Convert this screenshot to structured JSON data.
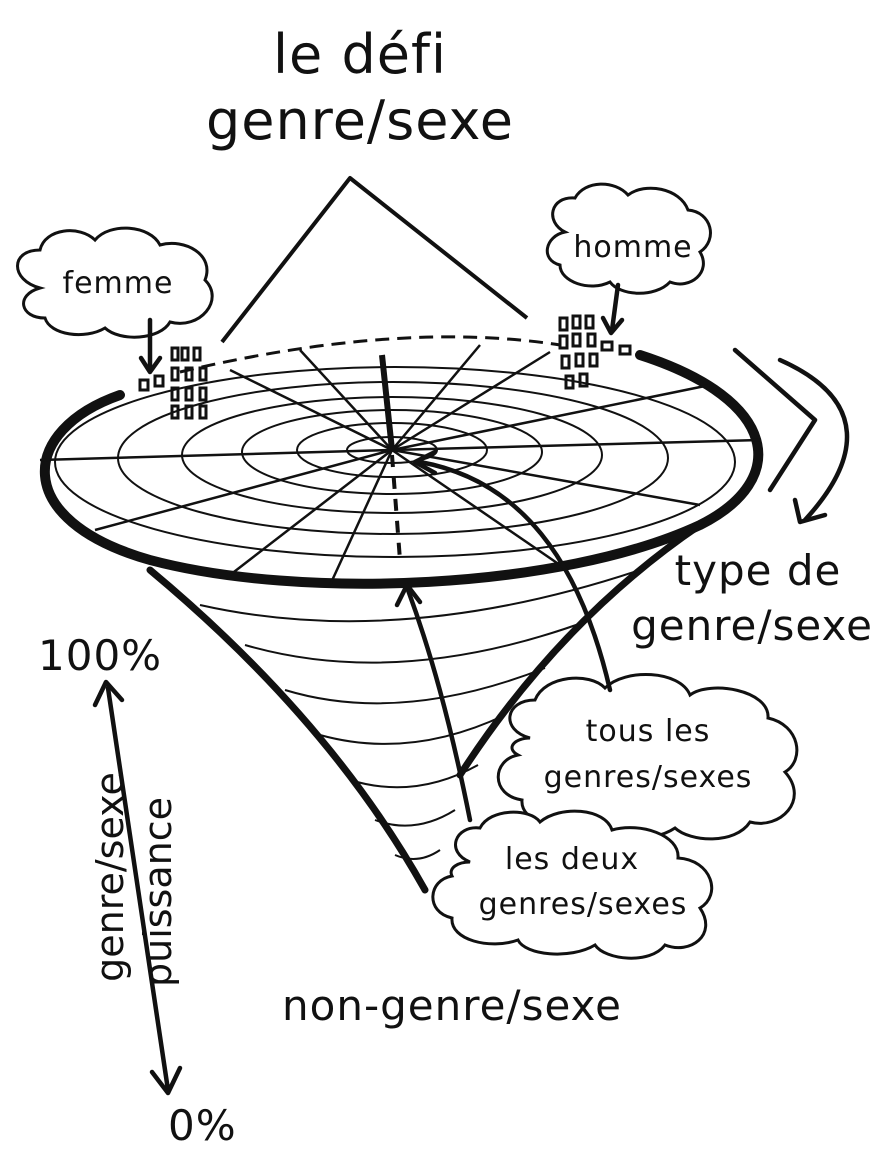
{
  "title": {
    "line1": "le défi",
    "line2": "genre/sexe"
  },
  "labels": {
    "femme": "femme",
    "homme": "homme",
    "type_line1": "type de",
    "type_line2": "genre/sexe",
    "tous_line1": "tous les",
    "tous_line2": "genres/sexes",
    "deux_line1": "les deux",
    "deux_line2": "genres/sexes",
    "non_genre": "non-genre/sexe"
  },
  "axis": {
    "top": "100%",
    "bottom": "0%",
    "label_line1": "genre/sexe",
    "label_line2": "puissance"
  }
}
